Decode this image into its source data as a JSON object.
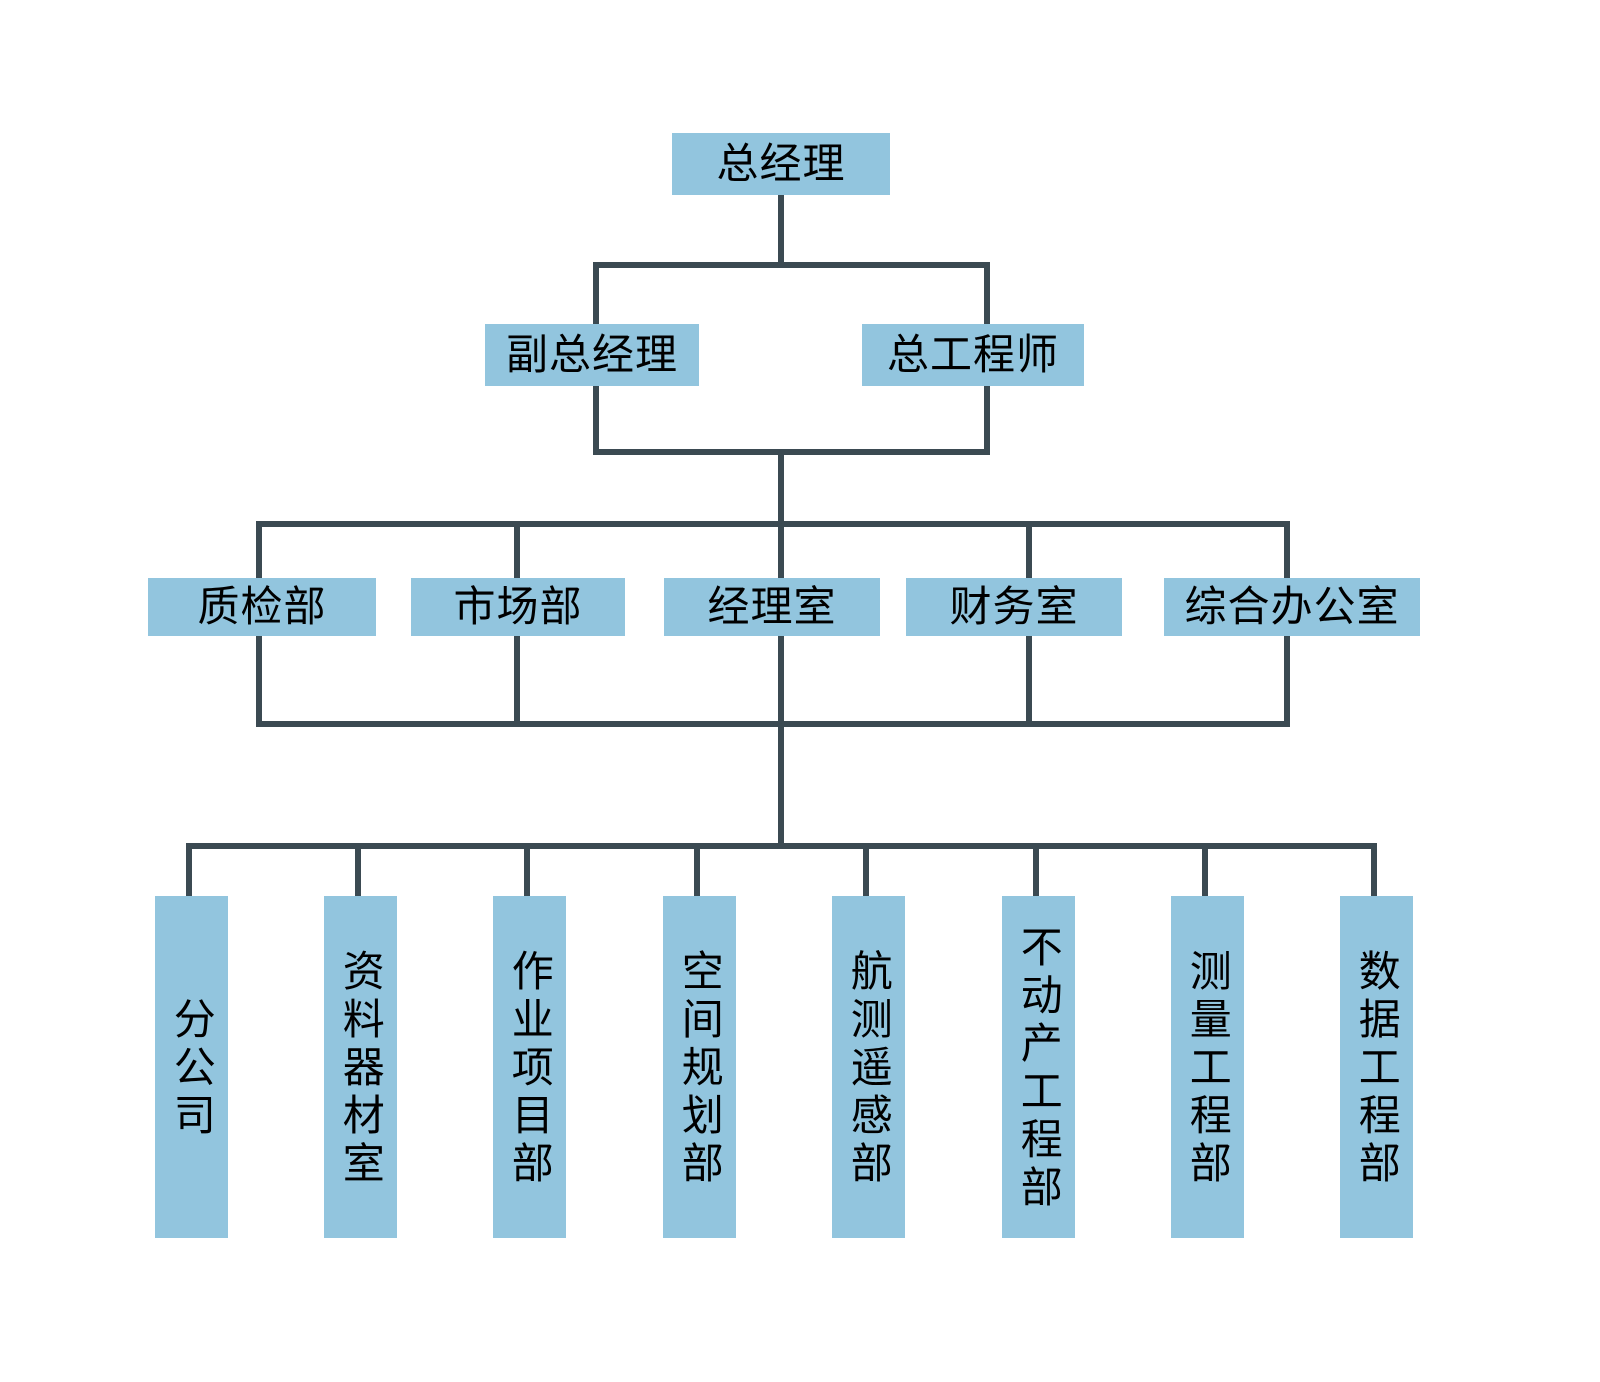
{
  "diagram": {
    "type": "organization-chart",
    "title": "",
    "colors": {
      "node_fill": "#92c5de",
      "connector": "#3b4a52",
      "text": "#000000",
      "background": "#ffffff"
    },
    "levels": [
      {
        "level": 1,
        "orientation": "horizontal",
        "nodes": [
          {
            "id": "general-manager",
            "label": "总经理"
          }
        ]
      },
      {
        "level": 2,
        "orientation": "horizontal",
        "nodes": [
          {
            "id": "deputy-general-manager",
            "label": "副总经理"
          },
          {
            "id": "chief-engineer",
            "label": "总工程师"
          }
        ]
      },
      {
        "level": 3,
        "orientation": "horizontal",
        "nodes": [
          {
            "id": "quality-inspection-dept",
            "label": "质检部"
          },
          {
            "id": "marketing-dept",
            "label": "市场部"
          },
          {
            "id": "manager-office",
            "label": "经理室"
          },
          {
            "id": "finance-office",
            "label": "财务室"
          },
          {
            "id": "general-office",
            "label": "综合办公室"
          }
        ]
      },
      {
        "level": 4,
        "orientation": "vertical",
        "nodes": [
          {
            "id": "branch-company",
            "label": "分公司"
          },
          {
            "id": "materials-equipment-office",
            "label": "资料器材室"
          },
          {
            "id": "operations-project-dept",
            "label": "作业项目部"
          },
          {
            "id": "spatial-planning-dept",
            "label": "空间规划部"
          },
          {
            "id": "aerial-remote-sensing-dept",
            "label": "航测遥感部"
          },
          {
            "id": "real-estate-engineering-dept",
            "label": "不动产工程部"
          },
          {
            "id": "surveying-engineering-dept",
            "label": "测量工程部"
          },
          {
            "id": "data-engineering-dept",
            "label": "数据工程部"
          }
        ]
      }
    ]
  }
}
